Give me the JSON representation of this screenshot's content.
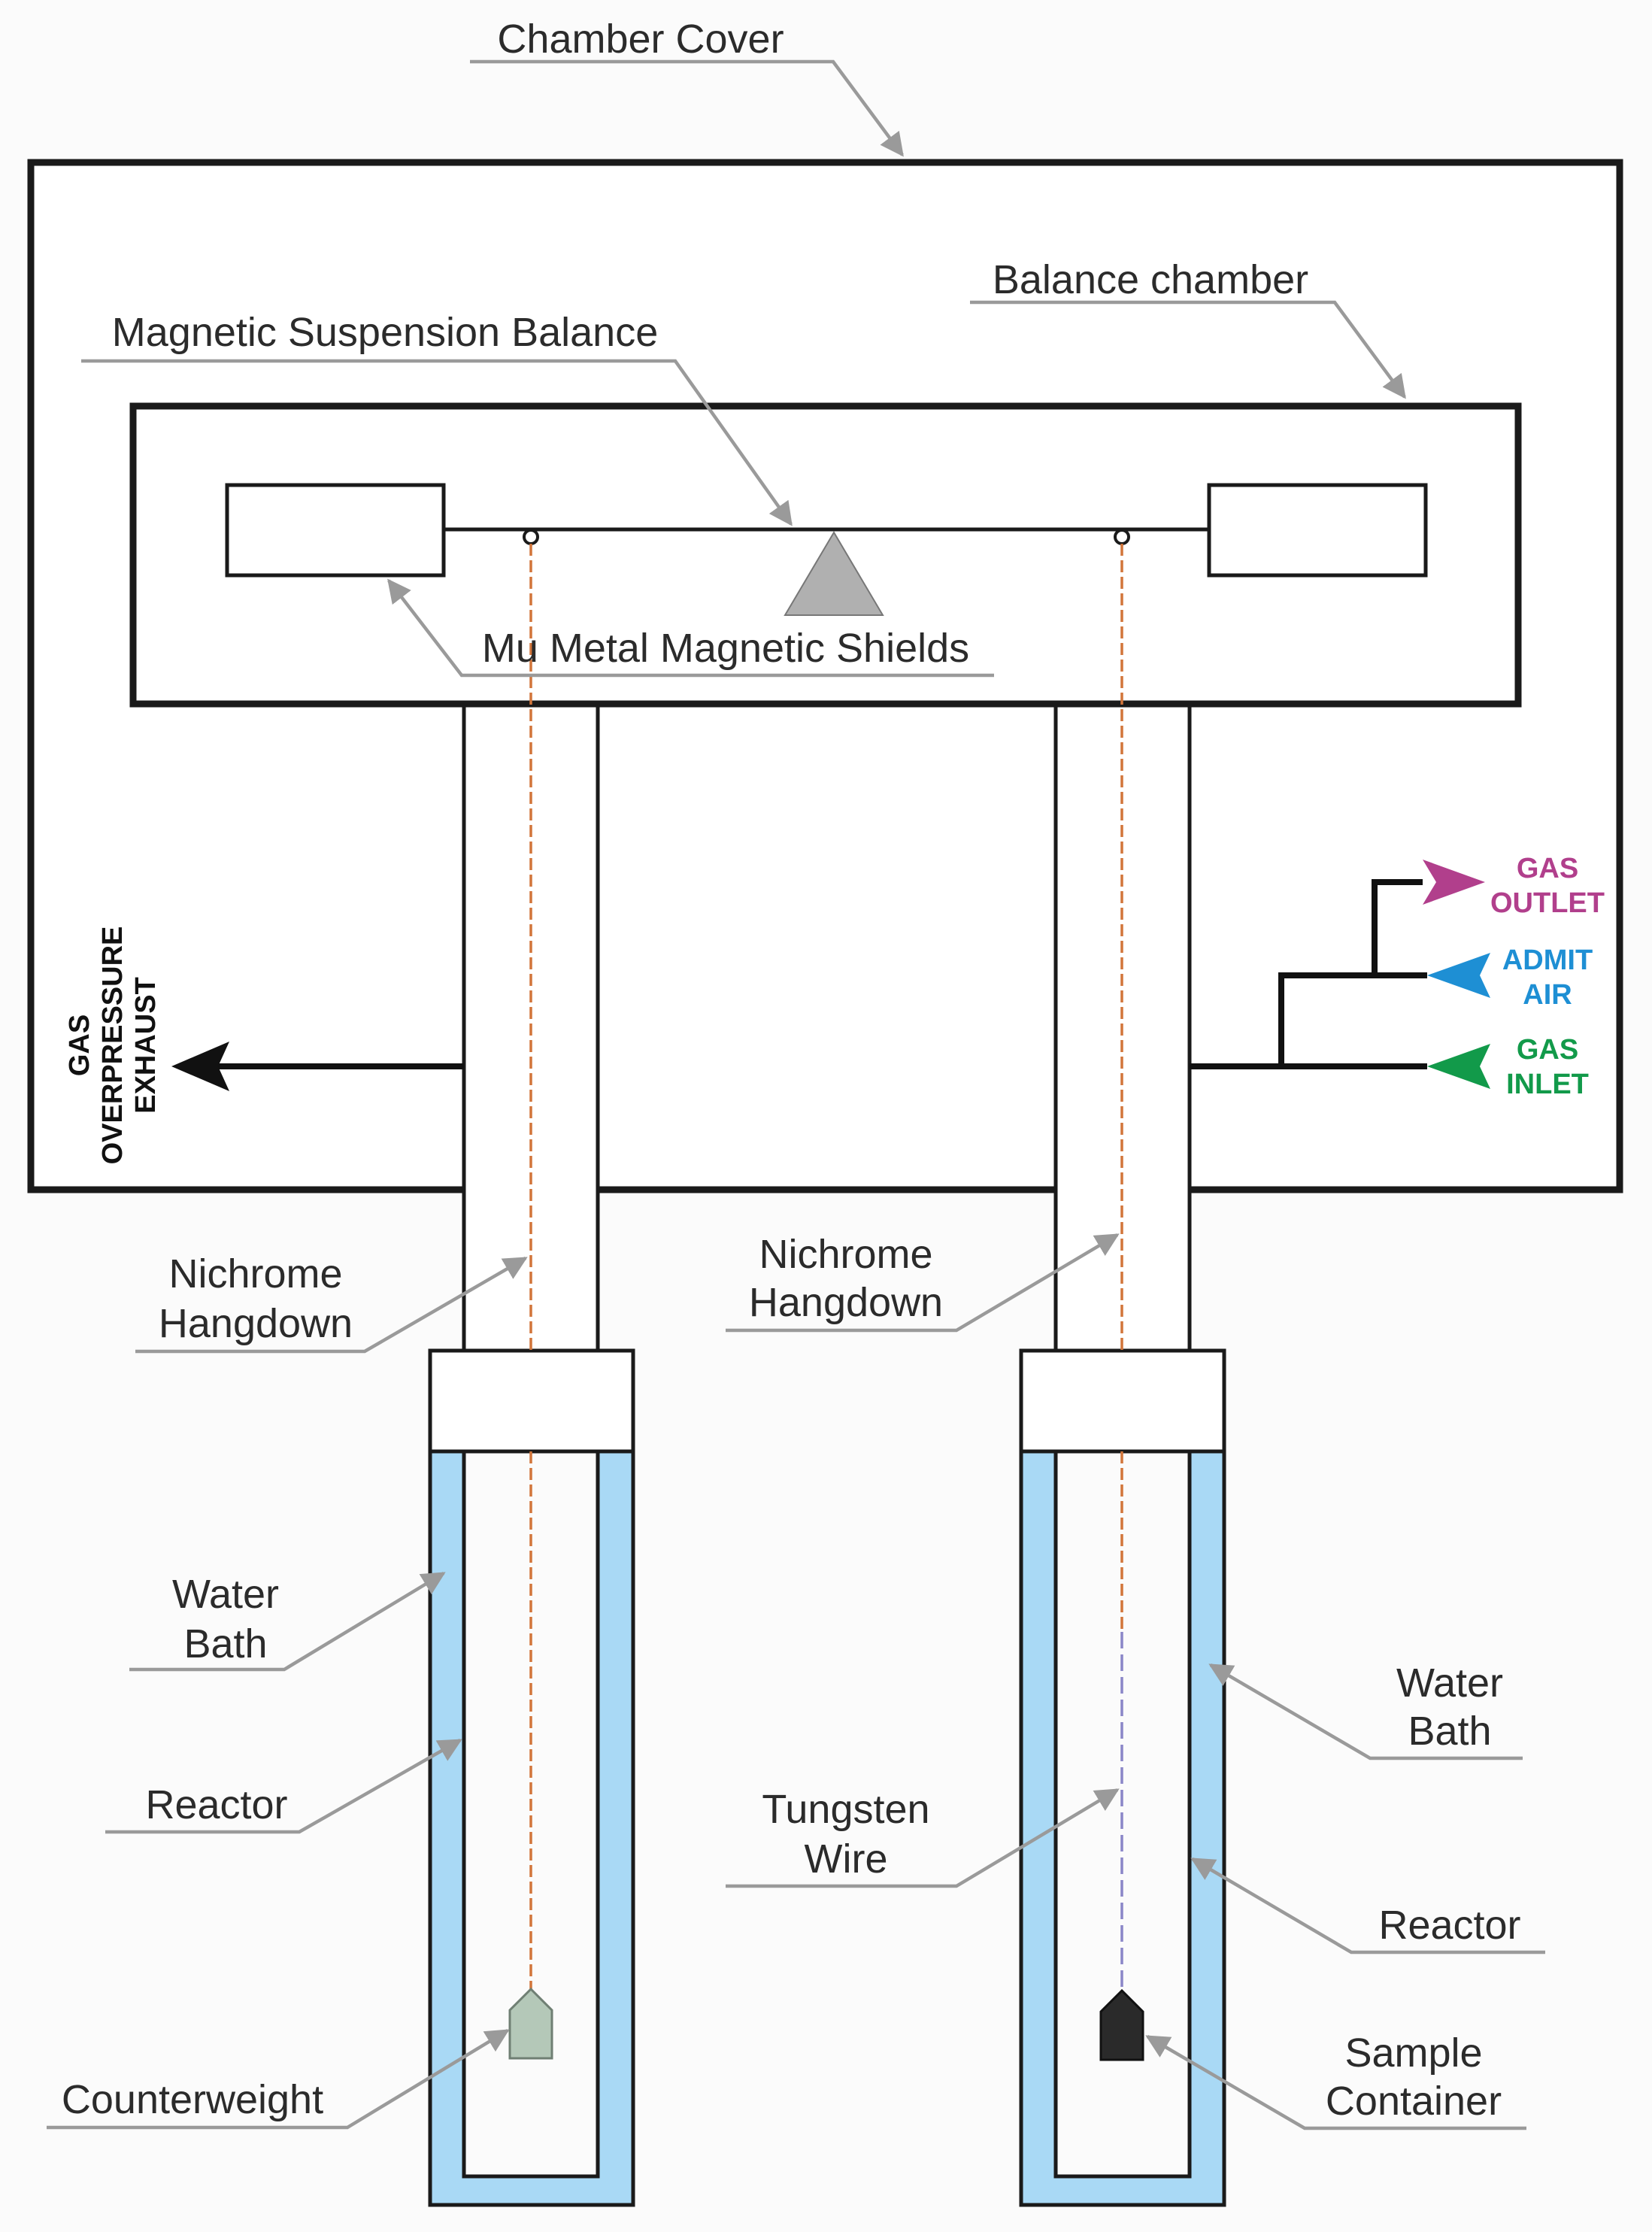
{
  "labels": {
    "chamber_cover": "Chamber Cover",
    "balance_chamber": "Balance chamber",
    "magnetic_suspension_balance": "Magnetic Suspension Balance",
    "mu_metal_shields": "Mu Metal Magnetic Shields",
    "nichrome_left_1": "Nichrome",
    "nichrome_left_2": "Hangdown",
    "nichrome_right_1": "Nichrome",
    "nichrome_right_2": "Hangdown",
    "water_bath_left_1": "Water",
    "water_bath_left_2": "Bath",
    "reactor_left": "Reactor",
    "counterweight": "Counterweight",
    "tungsten_1": "Tungsten",
    "tungsten_2": "Wire",
    "water_bath_right_1": "Water",
    "water_bath_right_2": "Bath",
    "reactor_right": "Reactor",
    "sample_1": "Sample",
    "sample_2": "Container"
  },
  "ports": {
    "gas_outlet_1": "GAS",
    "gas_outlet_2": "OUTLET",
    "admit_air_1": "ADMIT",
    "admit_air_2": "AIR",
    "gas_inlet_1": "GAS",
    "gas_inlet_2": "INLET"
  },
  "exhaust": {
    "line1": "GAS",
    "line2": "OVERPRESSURE",
    "line3": "EXHAUST"
  },
  "colors": {
    "gas_outlet": "#b13f8c",
    "admit_air": "#1e8fd4",
    "gas_inlet": "#129a4a",
    "water": "#a9d9f5",
    "nichrome": "#d2753a",
    "tungsten": "#8a86c8",
    "counterweight": "#b4c8b8",
    "sample_container": "#2a2a2a",
    "fulcrum": "#b0b0b0"
  }
}
